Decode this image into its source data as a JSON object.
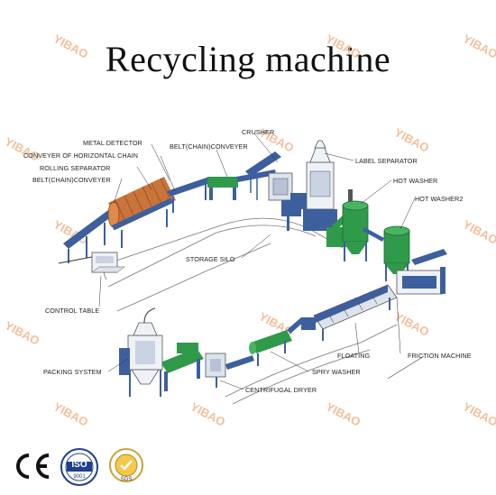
{
  "title": "Recycling machine",
  "labels": {
    "metal_detector": "METAL DETECTOR",
    "conveyer_horizontal_chain": "CONVEYER OF HORIZONTAL CHAIN",
    "rolling_separator": "ROLLING SEPARATOR",
    "belt_conveyer_left": "BELT(CHAIN)CONVEYER",
    "belt_conveyer_top": "BELT(CHAIN)CONVEYER",
    "crusher": "CRUSHER",
    "label_separator": "LABEL SEPARATOR",
    "hot_washer": "HOT WASHER",
    "hot_washer2": "HOT WASHER2",
    "storage_silo": "STORAGE SILO",
    "control_table": "CONTROL TABLE",
    "floating": "FLOATING",
    "friction_machine": "FRICTION MACHINE",
    "packing_system": "PACKING SYSTEM",
    "spry_washer": "SPRY WASHER",
    "centrifugal_dryer": "CENTRIFUGAL DRYER"
  },
  "watermark": "YIBAO",
  "certifications": {
    "ce": "CE",
    "iso": "ISO",
    "iso_number": "9001",
    "sgs": "SGS"
  },
  "colors": {
    "machine_blue": "#3d5f9e",
    "machine_green": "#2f9a4a",
    "drum_orange": "#c8743a",
    "watermark": "#f2b48a"
  }
}
